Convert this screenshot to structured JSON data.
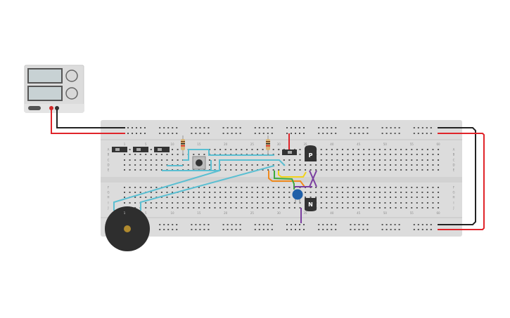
{
  "breadboard": {
    "column_numbers": [
      "1",
      "5",
      "10",
      "15",
      "20",
      "25",
      "30",
      "35",
      "40",
      "45",
      "50",
      "55",
      "60"
    ],
    "rows_top": [
      "A",
      "B",
      "C",
      "D",
      "E"
    ],
    "rows_bottom": [
      "F",
      "G",
      "H",
      "I",
      "J"
    ]
  },
  "components": {
    "pnp_transistor_label": "P",
    "npn_transistor_label": "N"
  },
  "colors": {
    "wire_blue": "#5bbfd2",
    "wire_red": "#e0242a",
    "wire_black": "#222222",
    "wire_orange": "#f08a1c",
    "wire_green": "#3caa3c",
    "wire_yellow": "#f2d21a",
    "wire_purple": "#7b3fa0",
    "capacitor": "#1f5fa8",
    "buzzer": "#2e2e2e"
  }
}
